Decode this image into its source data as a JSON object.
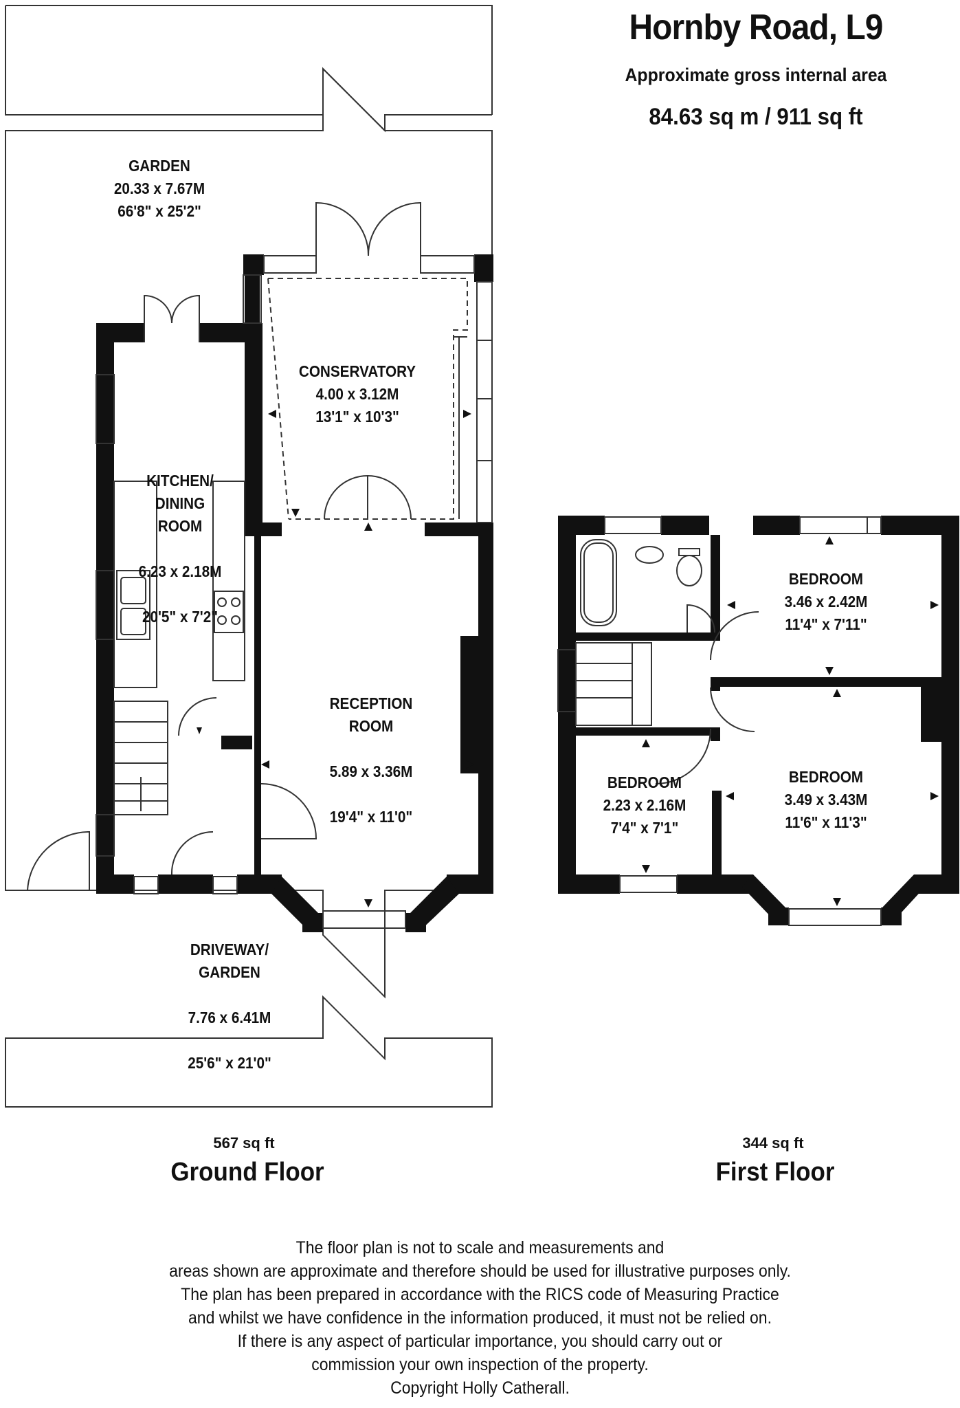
{
  "header": {
    "title": "Hornby Road, L9",
    "subtitle": "Approximate gross internal area",
    "total_area": "84.63 sq m /  911 sq ft"
  },
  "ground_floor": {
    "name": "Ground Floor",
    "sqft": "567 sq ft",
    "rooms": [
      {
        "id": "garden",
        "name": "GARDEN",
        "metric": "20.33 x 7.67M",
        "imperial": "66'8\" x 25'2\""
      },
      {
        "id": "conservatory",
        "name": "CONSERVATORY",
        "metric": "4.00 x 3.12M",
        "imperial": "13'1\" x 10'3\""
      },
      {
        "id": "kitchen",
        "name": "KITCHEN/\nDINING\nROOM",
        "metric": "6.23 x 2.18M",
        "imperial": "20'5\" x 7'2\""
      },
      {
        "id": "reception",
        "name": "RECEPTION\nROOM",
        "metric": "5.89 x 3.36M",
        "imperial": "19'4\" x 11'0\""
      },
      {
        "id": "driveway",
        "name": "DRIVEWAY/\nGARDEN",
        "metric": "7.76 x 6.41M",
        "imperial": "25'6\" x 21'0\""
      }
    ]
  },
  "first_floor": {
    "name": "First Floor",
    "sqft": "344 sq ft",
    "rooms": [
      {
        "id": "bedroom1",
        "name": "BEDROOM",
        "metric": "3.46 x 2.42M",
        "imperial": "11'4\" x 7'11\""
      },
      {
        "id": "bedroom2",
        "name": "BEDROOM",
        "metric": "2.23 x 2.16M",
        "imperial": "7'4\" x 7'1\""
      },
      {
        "id": "bedroom3",
        "name": "BEDROOM",
        "metric": "3.49 x 3.43M",
        "imperial": "11'6\" x 11'3\""
      }
    ]
  },
  "disclaimer": [
    "The floor plan is not to scale and measurements and",
    "areas shown are approximate and therefore should be used for illustrative purposes only.",
    "The plan has been prepared in accordance with the RICS code of Measuring Practice",
    "and whilst we have confidence in the information produced, it must not be relied on.",
    "If there is any aspect of particular importance, you should carry out or",
    "commission your own inspection of the property.",
    "Copyright Holly Catherall."
  ]
}
